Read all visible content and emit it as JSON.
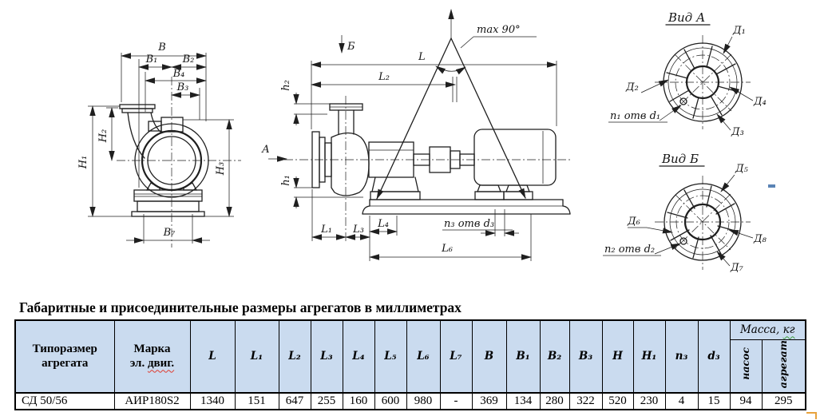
{
  "page": {
    "title": "Габаритные и присоединительные размеры агрегатов в миллиметрах",
    "colors": {
      "table_header_fill": "#cadbef",
      "line_color": "#1f1f1f",
      "spellcheck_red": "#e03b2f",
      "spellcheck_green": "#3f9e3f",
      "crop_mark_orange": "#e8a33d",
      "artifact_blue": "#5b84b5"
    }
  },
  "drawing": {
    "front": {
      "b": "B",
      "b1": "B₁",
      "b2": "B₂",
      "b4": "B₄",
      "b3": "B₃",
      "b7": "B₇",
      "h1": "H₁",
      "h2": "H₂",
      "h3": "H₃"
    },
    "side": {
      "view_b": "Б",
      "view_a": "А",
      "max_angle": "max 90°",
      "l": "L",
      "l2": "L₂",
      "h2": "h₂",
      "h1": "h₁",
      "l1": "L₁",
      "l3": "L₃",
      "l4": "L₄",
      "n3_holes": "n₃ отв d₃",
      "l6": "L₆"
    },
    "view_a": {
      "title": "Вид А",
      "d1": "Д₁",
      "d2": "Д₂",
      "d3": "Д₃",
      "d4": "Д₄",
      "holes": "n₁ отв d₁"
    },
    "view_b": {
      "title": "Вид Б",
      "d5": "Д₅",
      "d6": "Д₆",
      "d7": "Д₇",
      "d8": "Д₈",
      "holes": "n₂ отв d₂"
    }
  },
  "table": {
    "header": {
      "col1": "Типоразмер агрегата",
      "col2_line1": "Марка",
      "col2_line2_a": "эл.",
      "col2_line2_b": "двиг.",
      "dims": [
        "L",
        "L₁",
        "L₂",
        "L₃",
        "L₄",
        "L₅",
        "L₆",
        "L₇",
        "B",
        "B₁",
        "B₂",
        "B₃",
        "H",
        "H₁",
        "n₃",
        "d₃"
      ],
      "mass_a": "Масса,",
      "mass_b": "кг",
      "mass_sub": [
        "насос",
        "агрегат"
      ]
    },
    "row": [
      "СД 50/56",
      "АИР180S2",
      "1340",
      "151",
      "647",
      "255",
      "160",
      "600",
      "980",
      "-",
      "369",
      "134",
      "280",
      "322",
      "520",
      "230",
      "4",
      "15",
      "94",
      "295"
    ]
  }
}
